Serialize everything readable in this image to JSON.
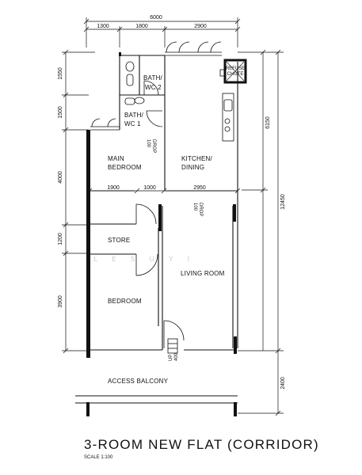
{
  "title": "3-ROOM NEW FLAT (CORRIDOR)",
  "scale": "SCALE 1:100",
  "watermark": "LESUYI",
  "dimensions": {
    "top_total": "6000",
    "top_segments": [
      "1300",
      "1800",
      "2900"
    ],
    "left": [
      "1550",
      "1500",
      "4000",
      "1200",
      "3900"
    ],
    "right_partial": "6150",
    "right_total": "12450",
    "right_bottom": "2400",
    "interior": [
      "1900",
      "1000",
      "2950"
    ]
  },
  "rooms": {
    "bath_wc2": [
      "BATH/",
      "WC 2"
    ],
    "bath_wc1": [
      "BATH/",
      "WC 1"
    ],
    "refuse_chute": [
      "REFUSE",
      "CHUTE"
    ],
    "main_bedroom": [
      "MAIN",
      "BEDROOM"
    ],
    "kitchen_dining": [
      "KITCHEN/",
      "DINING"
    ],
    "store": "STORE",
    "living_room": "LIVING ROOM",
    "bedroom": "BEDROOM",
    "access_balcony": "ACCESS BALCONY"
  },
  "notes": {
    "drop_main": [
      "100",
      "DROP"
    ],
    "drop_living": [
      "100",
      "DROP"
    ],
    "up_entry": [
      "UP",
      "400"
    ]
  }
}
